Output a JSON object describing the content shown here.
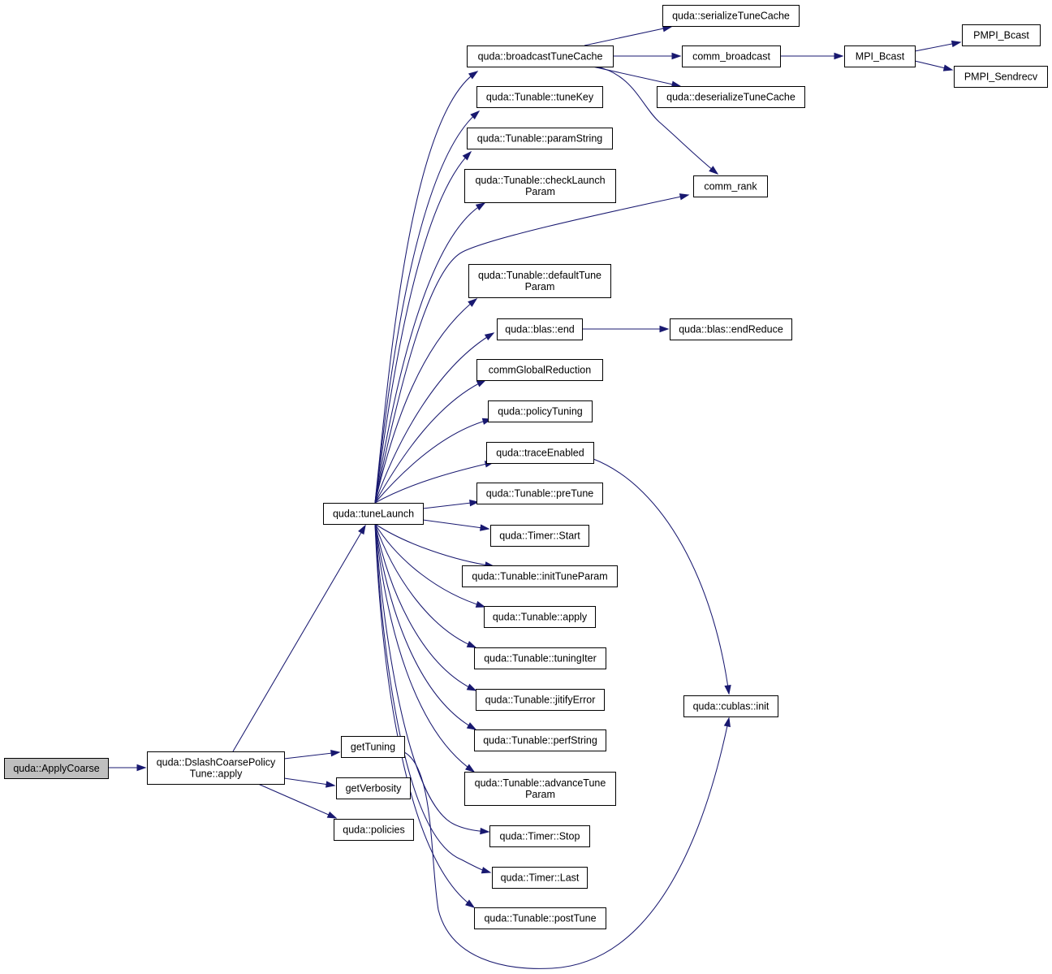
{
  "nodes": [
    {
      "id": "applycoarse",
      "lines": [
        "quda::ApplyCoarse"
      ],
      "root": true
    },
    {
      "id": "dslashapply",
      "lines": [
        "quda::DslashCoarsePolicy",
        "Tune::apply"
      ]
    },
    {
      "id": "tunelaunch",
      "lines": [
        "quda::tuneLaunch"
      ]
    },
    {
      "id": "gettuning",
      "lines": [
        "getTuning"
      ]
    },
    {
      "id": "getverbosity",
      "lines": [
        "getVerbosity"
      ]
    },
    {
      "id": "policies",
      "lines": [
        "quda::policies"
      ]
    },
    {
      "id": "broadcasttunecache",
      "lines": [
        "quda::broadcastTuneCache"
      ]
    },
    {
      "id": "tunekey",
      "lines": [
        "quda::Tunable::tuneKey"
      ]
    },
    {
      "id": "paramstring",
      "lines": [
        "quda::Tunable::paramString"
      ]
    },
    {
      "id": "checklaunchparam",
      "lines": [
        "quda::Tunable::checkLaunch",
        "Param"
      ]
    },
    {
      "id": "defaulttuneparam",
      "lines": [
        "quda::Tunable::defaultTune",
        "Param"
      ]
    },
    {
      "id": "blasend",
      "lines": [
        "quda::blas::end"
      ]
    },
    {
      "id": "commglobalreduction",
      "lines": [
        "commGlobalReduction"
      ]
    },
    {
      "id": "policytuning",
      "lines": [
        "quda::policyTuning"
      ]
    },
    {
      "id": "traceenabled",
      "lines": [
        "quda::traceEnabled"
      ]
    },
    {
      "id": "pretune",
      "lines": [
        "quda::Tunable::preTune"
      ]
    },
    {
      "id": "timerstart",
      "lines": [
        "quda::Timer::Start"
      ]
    },
    {
      "id": "inittuneparam",
      "lines": [
        "quda::Tunable::initTuneParam"
      ]
    },
    {
      "id": "tunableapply",
      "lines": [
        "quda::Tunable::apply"
      ]
    },
    {
      "id": "tuningiter",
      "lines": [
        "quda::Tunable::tuningIter"
      ]
    },
    {
      "id": "jitifyerror",
      "lines": [
        "quda::Tunable::jitifyError"
      ]
    },
    {
      "id": "perfstring",
      "lines": [
        "quda::Tunable::perfString"
      ]
    },
    {
      "id": "advancetuneparam",
      "lines": [
        "quda::Tunable::advanceTune",
        "Param"
      ]
    },
    {
      "id": "timerstop",
      "lines": [
        "quda::Timer::Stop"
      ]
    },
    {
      "id": "timerlast",
      "lines": [
        "quda::Timer::Last"
      ]
    },
    {
      "id": "posttune",
      "lines": [
        "quda::Tunable::postTune"
      ]
    },
    {
      "id": "serializetunecache",
      "lines": [
        "quda::serializeTuneCache"
      ]
    },
    {
      "id": "commbroadcast",
      "lines": [
        "comm_broadcast"
      ]
    },
    {
      "id": "deserializetunecache",
      "lines": [
        "quda::deserializeTuneCache"
      ]
    },
    {
      "id": "commrank",
      "lines": [
        "comm_rank"
      ]
    },
    {
      "id": "mpibcast",
      "lines": [
        "MPI_Bcast"
      ]
    },
    {
      "id": "pmpibcast",
      "lines": [
        "PMPI_Bcast"
      ]
    },
    {
      "id": "pmpisendrecv",
      "lines": [
        "PMPI_Sendrecv"
      ]
    },
    {
      "id": "blasendreduce",
      "lines": [
        "quda::blas::endReduce"
      ]
    },
    {
      "id": "cublasinit",
      "lines": [
        "quda::cublas::init"
      ]
    }
  ],
  "edges": [
    [
      "applycoarse",
      "dslashapply"
    ],
    [
      "dslashapply",
      "tunelaunch"
    ],
    [
      "dslashapply",
      "gettuning"
    ],
    [
      "dslashapply",
      "getverbosity"
    ],
    [
      "dslashapply",
      "policies"
    ],
    [
      "tunelaunch",
      "broadcasttunecache"
    ],
    [
      "tunelaunch",
      "tunekey"
    ],
    [
      "tunelaunch",
      "paramstring"
    ],
    [
      "tunelaunch",
      "checklaunchparam"
    ],
    [
      "tunelaunch",
      "commrank"
    ],
    [
      "tunelaunch",
      "defaulttuneparam"
    ],
    [
      "tunelaunch",
      "blasend"
    ],
    [
      "tunelaunch",
      "commglobalreduction"
    ],
    [
      "tunelaunch",
      "policytuning"
    ],
    [
      "tunelaunch",
      "traceenabled"
    ],
    [
      "tunelaunch",
      "pretune"
    ],
    [
      "tunelaunch",
      "timerstart"
    ],
    [
      "tunelaunch",
      "inittuneparam"
    ],
    [
      "tunelaunch",
      "tunableapply"
    ],
    [
      "tunelaunch",
      "tuningiter"
    ],
    [
      "tunelaunch",
      "jitifyerror"
    ],
    [
      "tunelaunch",
      "perfstring"
    ],
    [
      "tunelaunch",
      "advancetuneparam"
    ],
    [
      "tunelaunch",
      "timerstop"
    ],
    [
      "tunelaunch",
      "timerlast"
    ],
    [
      "tunelaunch",
      "posttune"
    ],
    [
      "gettuning",
      "cublasinit"
    ],
    [
      "broadcasttunecache",
      "serializetunecache"
    ],
    [
      "broadcasttunecache",
      "commbroadcast"
    ],
    [
      "broadcasttunecache",
      "deserializetunecache"
    ],
    [
      "broadcasttunecache",
      "commrank"
    ],
    [
      "commbroadcast",
      "mpibcast"
    ],
    [
      "mpibcast",
      "pmpibcast"
    ],
    [
      "mpibcast",
      "pmpisendrecv"
    ],
    [
      "blasend",
      "blasendreduce"
    ],
    [
      "traceenabled",
      "cublasinit"
    ]
  ]
}
